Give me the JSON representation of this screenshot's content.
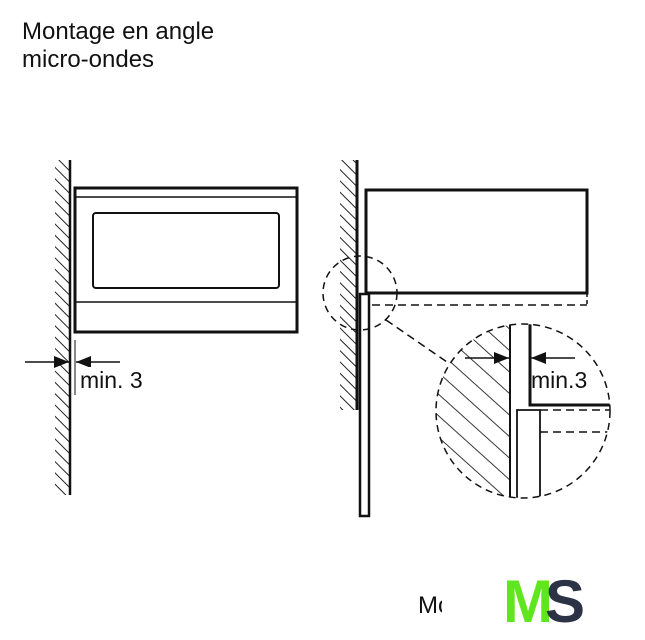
{
  "title": {
    "line1": "Montage en angle",
    "line2": "micro-ondes"
  },
  "left_figure": {
    "dimension_label": "min. 3"
  },
  "right_figure": {
    "dimension_label": "min.3"
  },
  "footer_mark": "Mo",
  "logo": {
    "letter1": "M",
    "letter2": "S",
    "color1": "#5fe61e",
    "color2": "#2b3344"
  }
}
